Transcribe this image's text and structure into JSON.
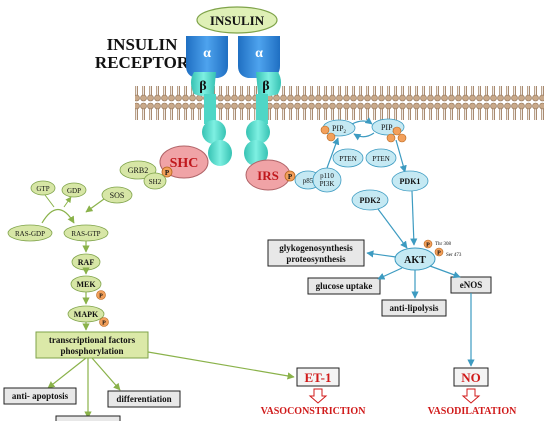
{
  "title_line1": "INSULIN",
  "title_line2": "RECEPTOR",
  "insulin": "INSULIN",
  "alpha": "α",
  "beta": "β",
  "shc": "SHC",
  "irs": "IRS",
  "grb2": "GRB2",
  "sh2": "SH2",
  "sos": "SOS",
  "gtp": "GTP",
  "gdp": "GDP",
  "ras_gdp": "RAS-GDP",
  "ras_gtp": "RAS-GTP",
  "raf": "RAF",
  "mek": "MEK",
  "mapk": "MAPK",
  "p": "P",
  "transcription_line1": "transcriptional factors",
  "transcription_line2": "phosphorylation",
  "anti_apoptosis": "anti- apoptosis",
  "differentiation": "differentiation",
  "et1": "ET-1",
  "vasoconstriction": "VASOCONSTRICTION",
  "pip2": "PIP",
  "pip2_sub": "2",
  "pip3": "PIP",
  "pip3_sub": "3",
  "pten": "PTEN",
  "p85": "p85",
  "p110": "p110",
  "pi3k": "PI3K",
  "pdk1": "PDK1",
  "pdk2": "PDK2",
  "akt": "AKT",
  "thr": "Thr 308",
  "ser": "Ser 473",
  "glyko_line1": "glykogenosynthesis",
  "glyko_line2": "proteosynthesis",
  "glucose_uptake": "glucose uptake",
  "anti_lipolysis": "anti-lipolysis",
  "enos": "eNOS",
  "no": "NO",
  "vasodilatation": "VASODILATATION",
  "colors": {
    "receptor_alpha": "#2f86d8",
    "receptor_beta": "#4fd6c6",
    "signal_green": "#d7e6a6",
    "signal_blue": "#c5e9f3",
    "red_text": "#d01a1a",
    "arrow_green": "#8ab24a",
    "arrow_blue": "#3d9bc1"
  }
}
